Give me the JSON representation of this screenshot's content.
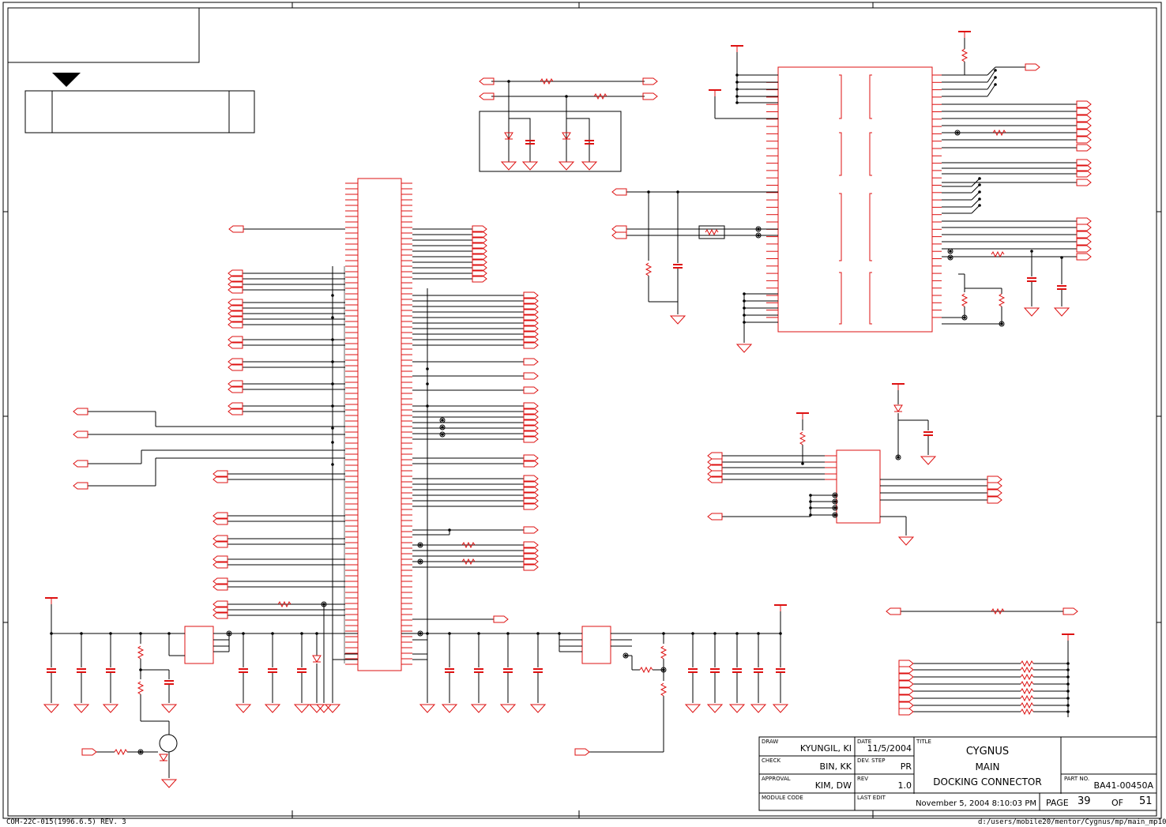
{
  "title_block": {
    "draw_label": "DRAW",
    "draw_value": "KYUNGIL, KI",
    "date_label": "DATE",
    "date_value": "11/5/2004",
    "title_label": "TITLE",
    "check_label": "CHECK",
    "check_value": "BIN, KK",
    "dev_step_label": "DEV. STEP",
    "dev_step_value": "PR",
    "approval_label": "APPROVAL",
    "approval_value": "KIM, DW",
    "rev_label": "REV",
    "rev_value": "1.0",
    "module_code_label": "MODULE CODE",
    "last_edit_label": "LAST EDIT",
    "last_edit_value": "November 5, 2004  8:10:03 PM",
    "title_line1": "CYGNUS",
    "title_line2": "MAIN",
    "title_line3": "DOCKING CONNECTOR",
    "part_no_label": "PART NO.",
    "part_no_value": "BA41-00450A",
    "page_label": "PAGE",
    "page_value": "39",
    "of_label": "OF",
    "of_value": "51"
  },
  "footer": {
    "form_code": "COM-22C-015(1996.6.5) REV. 3",
    "file_path": "d:/users/mobile20/mentor/Cygnus/mp/main_mp10"
  },
  "colors": {
    "component": "#dd1111",
    "wire": "#000000",
    "frame": "#000000"
  }
}
